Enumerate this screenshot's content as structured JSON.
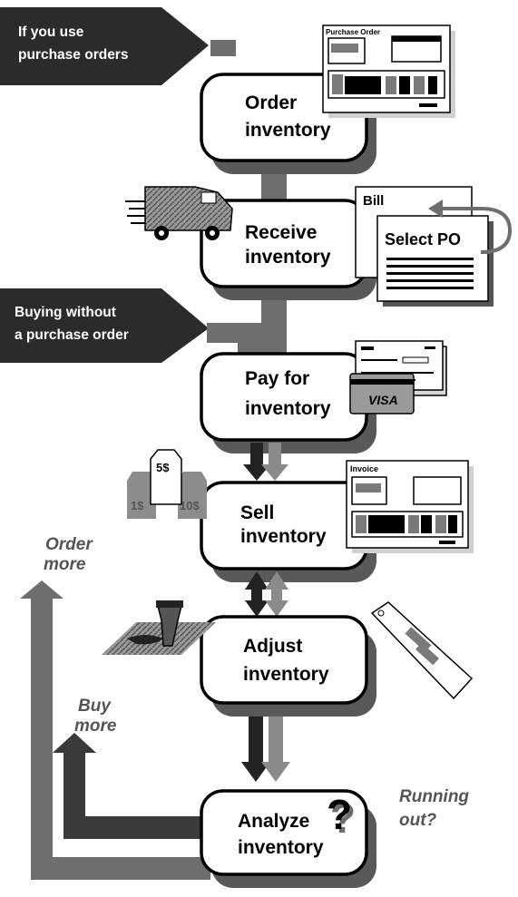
{
  "banners": {
    "purchase_orders": [
      "If you use",
      "purchase orders"
    ],
    "without_po": [
      "Buying without",
      "a purchase order"
    ]
  },
  "steps": [
    {
      "id": "order",
      "lines": [
        "Order",
        "inventory"
      ]
    },
    {
      "id": "receive",
      "lines": [
        "Receive",
        "inventory"
      ]
    },
    {
      "id": "pay",
      "lines": [
        "Pay for",
        "inventory"
      ]
    },
    {
      "id": "sell",
      "lines": [
        "Sell",
        "inventory"
      ]
    },
    {
      "id": "adjust",
      "lines": [
        "Adjust",
        "inventory"
      ]
    },
    {
      "id": "analyze",
      "lines": [
        "Analyze",
        "inventory"
      ]
    }
  ],
  "side_labels": {
    "order_more": [
      "Order",
      "more"
    ],
    "buy_more": [
      "Buy",
      "more"
    ],
    "running_out": [
      "Running",
      "out?"
    ]
  },
  "documents": {
    "purchase_order_title": "Purchase Order",
    "bill_title": "Bill",
    "select_po": "Select PO",
    "invoice_title": "Invoice",
    "visa": "VISA"
  },
  "price_tags": [
    "1$",
    "5$",
    "10$"
  ],
  "colors": {
    "box_shadow": "#595959",
    "banner": "#2b2b2b",
    "flow_arrow": "#6e6e6e",
    "label_gray": "#555555"
  }
}
